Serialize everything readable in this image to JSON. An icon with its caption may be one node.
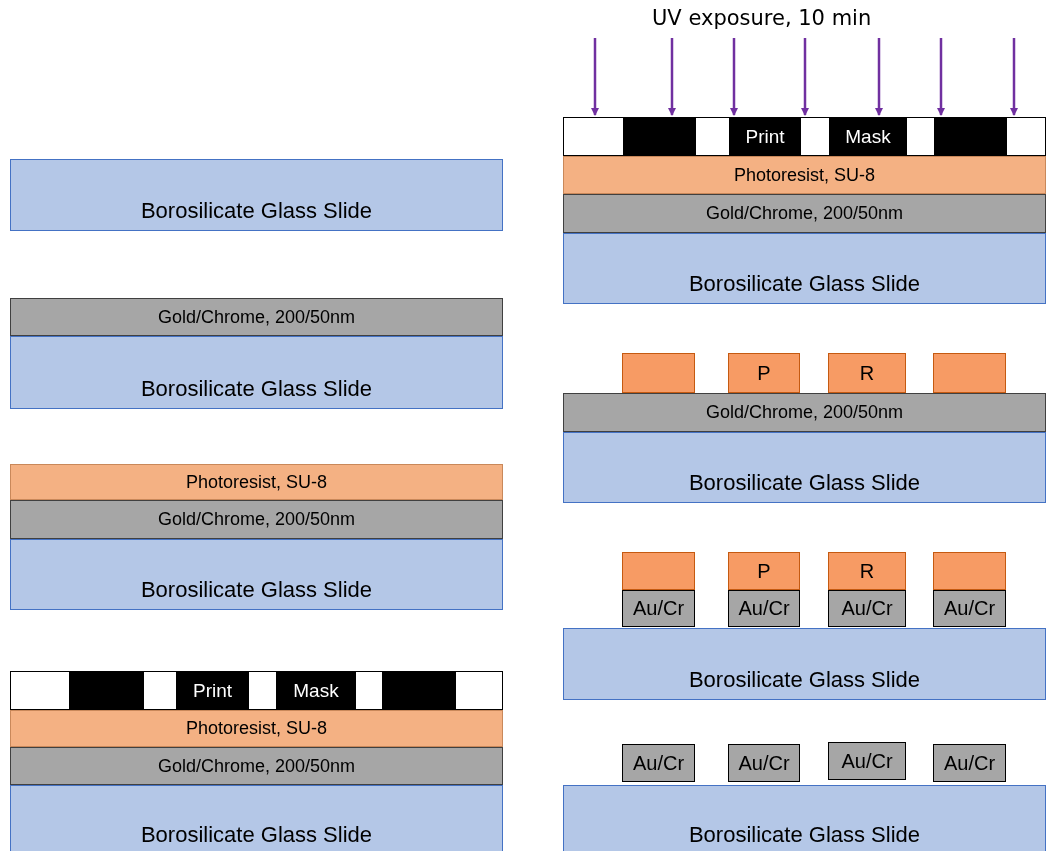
{
  "diagram": {
    "nodes": [
      {
        "text": [
          "Borosilicate Glass Slide"
        ]
      },
      {
        "text": [
          "Gold/Chrome, 200/50nm"
        ]
      },
      {
        "text": [
          "Borosilicate Glass Slide"
        ]
      },
      {
        "text": [
          "Photoresist, SU-8"
        ]
      },
      {
        "text": [
          "Gold/Chrome, 200/50nm"
        ]
      },
      {
        "text": [
          "Borosilicate Glass Slide"
        ]
      },
      {
        "text": [],
        "shape": "box"
      },
      {
        "text": [],
        "shape": "box",
        "in": 6
      },
      {
        "text": [
          "Print"
        ],
        "in": 6
      },
      {
        "text": [
          "Mask"
        ],
        "in": 6
      },
      {
        "text": [],
        "shape": "box",
        "in": 6
      },
      {
        "text": [
          "Photoresist, SU-8"
        ]
      },
      {
        "text": [
          "Gold/Chrome, 200/50nm"
        ]
      },
      {
        "text": [
          "Borosilicate Glass Slide"
        ]
      },
      {
        "text": [],
        "shape": "box"
      },
      {
        "text": [],
        "shape": "box",
        "in": 14
      },
      {
        "text": [
          "Print"
        ],
        "in": 14
      },
      {
        "text": [
          "Mask"
        ],
        "in": 14
      },
      {
        "text": [],
        "shape": "box",
        "in": 14
      },
      {
        "text": [
          "Photoresist, SU-8"
        ]
      },
      {
        "text": [
          "Gold/Chrome, 200/50nm"
        ]
      },
      {
        "text": [
          "Borosilicate Glass Slide"
        ]
      },
      {
        "text": [],
        "shape": "box"
      },
      {
        "text": [
          "P"
        ]
      },
      {
        "text": [
          "R"
        ]
      },
      {
        "text": [],
        "shape": "box"
      },
      {
        "text": [
          "Gold/Chrome, 200/50nm"
        ]
      },
      {
        "text": [
          "Borosilicate Glass Slide"
        ]
      },
      {
        "text": [],
        "shape": "box"
      },
      {
        "text": [
          "P"
        ]
      },
      {
        "text": [
          "R"
        ]
      },
      {
        "text": [],
        "shape": "box"
      },
      {
        "text": [
          "Au/Cr"
        ]
      },
      {
        "text": [
          "Au/Cr"
        ]
      },
      {
        "text": [
          "Au/Cr"
        ]
      },
      {
        "text": [
          "Au/Cr"
        ]
      },
      {
        "text": [
          "Borosilicate Glass Slide"
        ]
      },
      {
        "text": [
          "Au/Cr"
        ]
      },
      {
        "text": [
          "Au/Cr"
        ]
      },
      {
        "text": [
          "Au/Cr"
        ]
      },
      {
        "text": [
          "Au/Cr"
        ]
      },
      {
        "text": [
          "Borosilicate Glass Slide"
        ]
      }
    ],
    "labels": [
      "UV exposure, 10 min"
    ]
  }
}
